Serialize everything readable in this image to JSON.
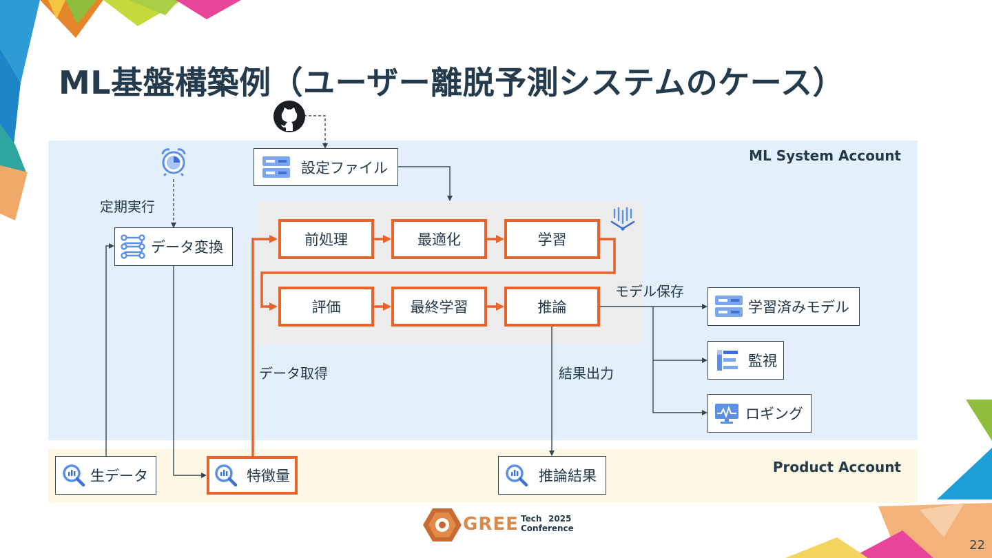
{
  "slide": {
    "title": "ML基盤構築例（ユーザー離脱予測システムのケース）",
    "page_number": "22"
  },
  "regions": {
    "ml_account": "ML System Account",
    "product_account": "Product Account"
  },
  "nodes": {
    "config_file": "設定ファイル",
    "data_transform": "データ変換",
    "preprocess": "前処理",
    "optimize": "最適化",
    "train": "学習",
    "evaluate": "評価",
    "final_train": "最終学習",
    "inference": "推論",
    "trained_model": "学習済みモデル",
    "monitoring": "監視",
    "logging": "ロギング",
    "raw_data": "生データ",
    "features": "特徴量",
    "inference_result": "推論結果"
  },
  "edge_labels": {
    "scheduled": "定期実行",
    "fetch_data": "データ取得",
    "save_model": "モデル保存",
    "output_result": "結果出力"
  },
  "logo": {
    "brand": "GREE",
    "line1": "Tech",
    "year": "2025",
    "line2": "Conference"
  },
  "icons": [
    "github-icon",
    "alarm-clock-icon",
    "storage-icon",
    "workflow-icon",
    "vertex-ai-icon",
    "bigquery-icon",
    "monitoring-icon",
    "logging-icon"
  ],
  "colors": {
    "accent": "#e8622a",
    "ml_region": "#e3f0fb",
    "product_region": "#fdf7e5",
    "text": "#23394a",
    "icon_blue": "#5c8fe6"
  }
}
